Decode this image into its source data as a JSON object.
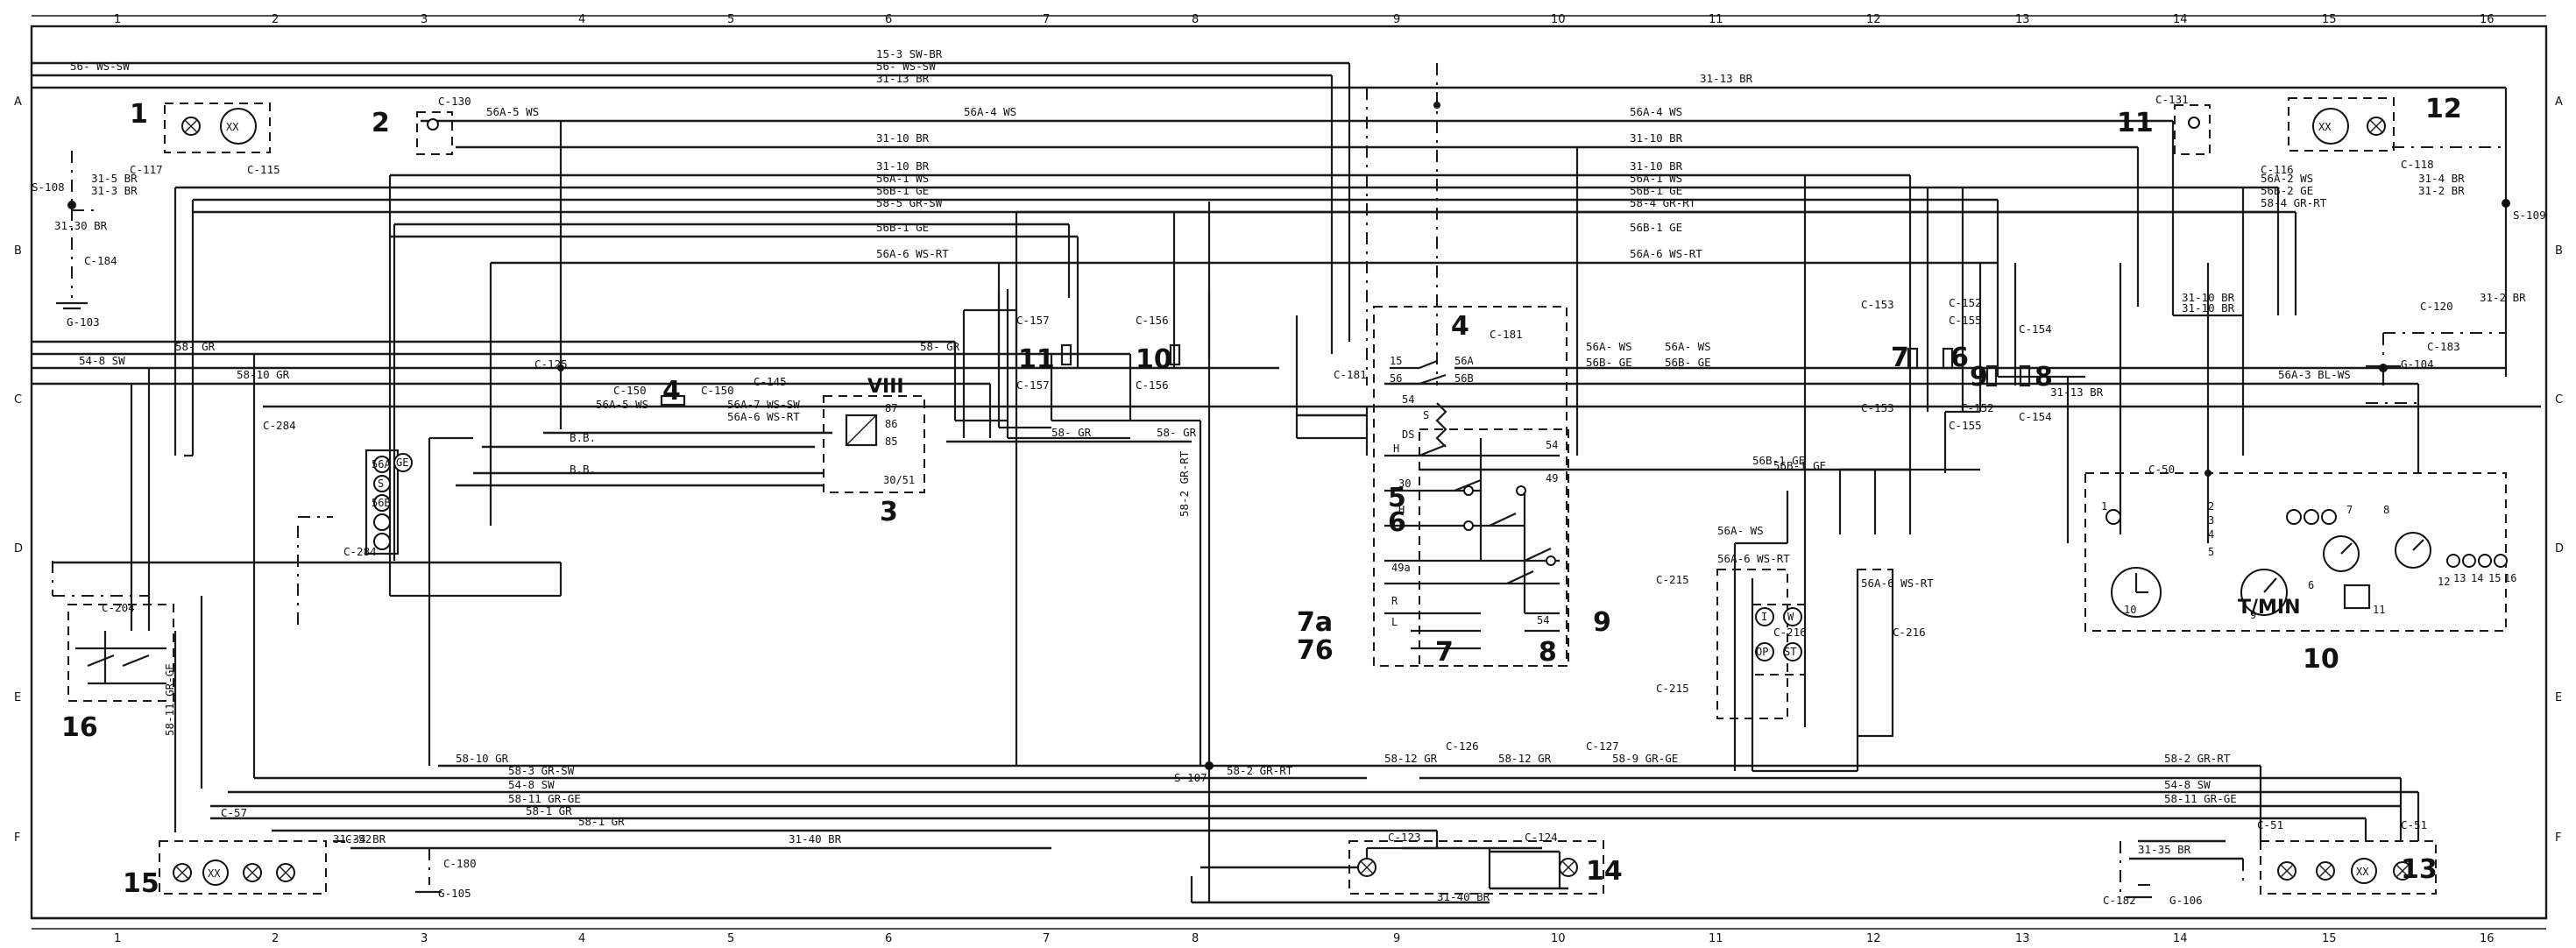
{
  "columns_top": [
    "1",
    "2",
    "3",
    "4",
    "5",
    "6",
    "7",
    "8",
    "9",
    "10",
    "11",
    "12",
    "13",
    "14",
    "15",
    "16"
  ],
  "rows_left": [
    "A",
    "B",
    "C",
    "D",
    "E",
    "F"
  ],
  "components": [
    {
      "id": "c1",
      "number": "1"
    },
    {
      "id": "c2",
      "number": "2"
    },
    {
      "id": "c3",
      "number": "3"
    },
    {
      "id": "c4",
      "number": "4"
    },
    {
      "id": "c5",
      "number": "5"
    },
    {
      "id": "c6",
      "number": "6"
    },
    {
      "id": "c7a",
      "number": "7a"
    },
    {
      "id": "c76",
      "number": "76"
    },
    {
      "id": "c7",
      "number": "7"
    },
    {
      "id": "c8",
      "number": "8"
    },
    {
      "id": "c9",
      "number": "9"
    },
    {
      "id": "c10",
      "number": "10"
    },
    {
      "id": "c11",
      "number": "11"
    },
    {
      "id": "c12",
      "number": "12"
    },
    {
      "id": "c13",
      "number": "13"
    },
    {
      "id": "c14",
      "number": "14"
    },
    {
      "id": "c15",
      "number": "15"
    },
    {
      "id": "c16",
      "number": "16"
    },
    {
      "id": "c11b",
      "number": "11"
    },
    {
      "id": "c10b",
      "number": "10"
    },
    {
      "id": "c4b",
      "number": "4"
    },
    {
      "id": "c7b",
      "number": "7"
    },
    {
      "id": "c6b",
      "number": "6"
    },
    {
      "id": "c9b",
      "number": "9"
    },
    {
      "id": "c8b",
      "number": "8"
    }
  ],
  "wire_labels": [
    "15-3 SW-BR",
    "56- WS-SW",
    "56- WS-SW",
    "31-13 BR",
    "31-13 BR",
    "56A-5 WS",
    "56A-4 WS",
    "56A-4 WS",
    "31-10 BR",
    "31-10 BR",
    "31-10 BR",
    "31-10 BR",
    "56A-1 WS",
    "56A-1 WS",
    "56B-1 GE",
    "56B-1 GE",
    "58-5 GR-SW",
    "58-4 GR-RT",
    "56B-1 GE",
    "56B-1 GE",
    "56A-6 WS-RT",
    "56A-6 WS-RT",
    "56A-2 WS",
    "56B-2 GE",
    "58-4 GR-RT",
    "31-4 BR",
    "31-2 BR",
    "31-5 BR",
    "31-3 BR",
    "31-30 BR",
    "58- GR",
    "58- GR",
    "54-8 SW",
    "58-10 GR",
    "56A-5 WS",
    "56A-7 WS-SW",
    "56A-6 WS-RT",
    "B.B.",
    "B.B.",
    "58- GR",
    "58- GR",
    "56A- WS",
    "56B- GE",
    "56A- WS",
    "56B- GE",
    "31-10 BR",
    "31-10 BR",
    "31-13 BR",
    "56A-3 BL-WS",
    "31-2 BR",
    "56B-1 GE",
    "58-2 GR-RT",
    "58-11 GR-GE",
    "58-10 GR",
    "58-3 GR-SW",
    "54-8 SW",
    "58-11 GR-GE",
    "58-1 GR",
    "58-12 GR",
    "58-12 GR",
    "58-9 GR-GE",
    "58-2 GR-RT",
    "58-2 GR-RT",
    "54-8 SW",
    "58-11 GR-GE",
    "31-34 BR",
    "31-40 BR",
    "58-1 GR",
    "31-40 BR",
    "31-35 BR",
    "56A-6 WS-RT",
    "56A-6 WS-RT",
    "56A- WS",
    "56B-1 GE"
  ],
  "connectors": [
    "C-130",
    "C-131",
    "C-117",
    "C-115",
    "C-116",
    "C-118",
    "C-184",
    "G-103",
    "S-108",
    "S-109",
    "C-125",
    "C-150",
    "C-150",
    "C-145",
    "C-157",
    "C-157",
    "C-156",
    "C-156",
    "C-181",
    "C-181",
    "C-153",
    "C-152",
    "C-155",
    "C-154",
    "C-153",
    "C-152",
    "C-155",
    "C-154",
    "C-120",
    "C-183",
    "G-104",
    "C-204",
    "C-284",
    "C-284",
    "C-215",
    "C-216",
    "C-216",
    "C-215",
    "C-50",
    "C-126",
    "C-127",
    "S-107",
    "C-57",
    "C-52",
    "C-180",
    "G-105",
    "C-123",
    "C-124",
    "C-51",
    "C-51",
    "C-182",
    "G-106"
  ],
  "relay": {
    "title": "VIII",
    "pins": [
      "87",
      "86",
      "85",
      "30/51"
    ]
  },
  "switch_terminals": [
    "15",
    "56",
    "54",
    "56A",
    "56B",
    "DS",
    "S",
    "54",
    "H",
    "30",
    "H",
    "49",
    "49a",
    "R",
    "L",
    "54"
  ],
  "cluster": {
    "label": "T/MIN",
    "pins": [
      "1",
      "2",
      "3",
      "4",
      "5",
      "6",
      "7",
      "8",
      "9",
      "10",
      "11",
      "12",
      "13",
      "14",
      "15",
      "16"
    ]
  },
  "plug_letters": [
    "56A",
    "S",
    "56B",
    "GE"
  ],
  "small_symbols": [
    "OP",
    "ST",
    "W",
    "I"
  ]
}
